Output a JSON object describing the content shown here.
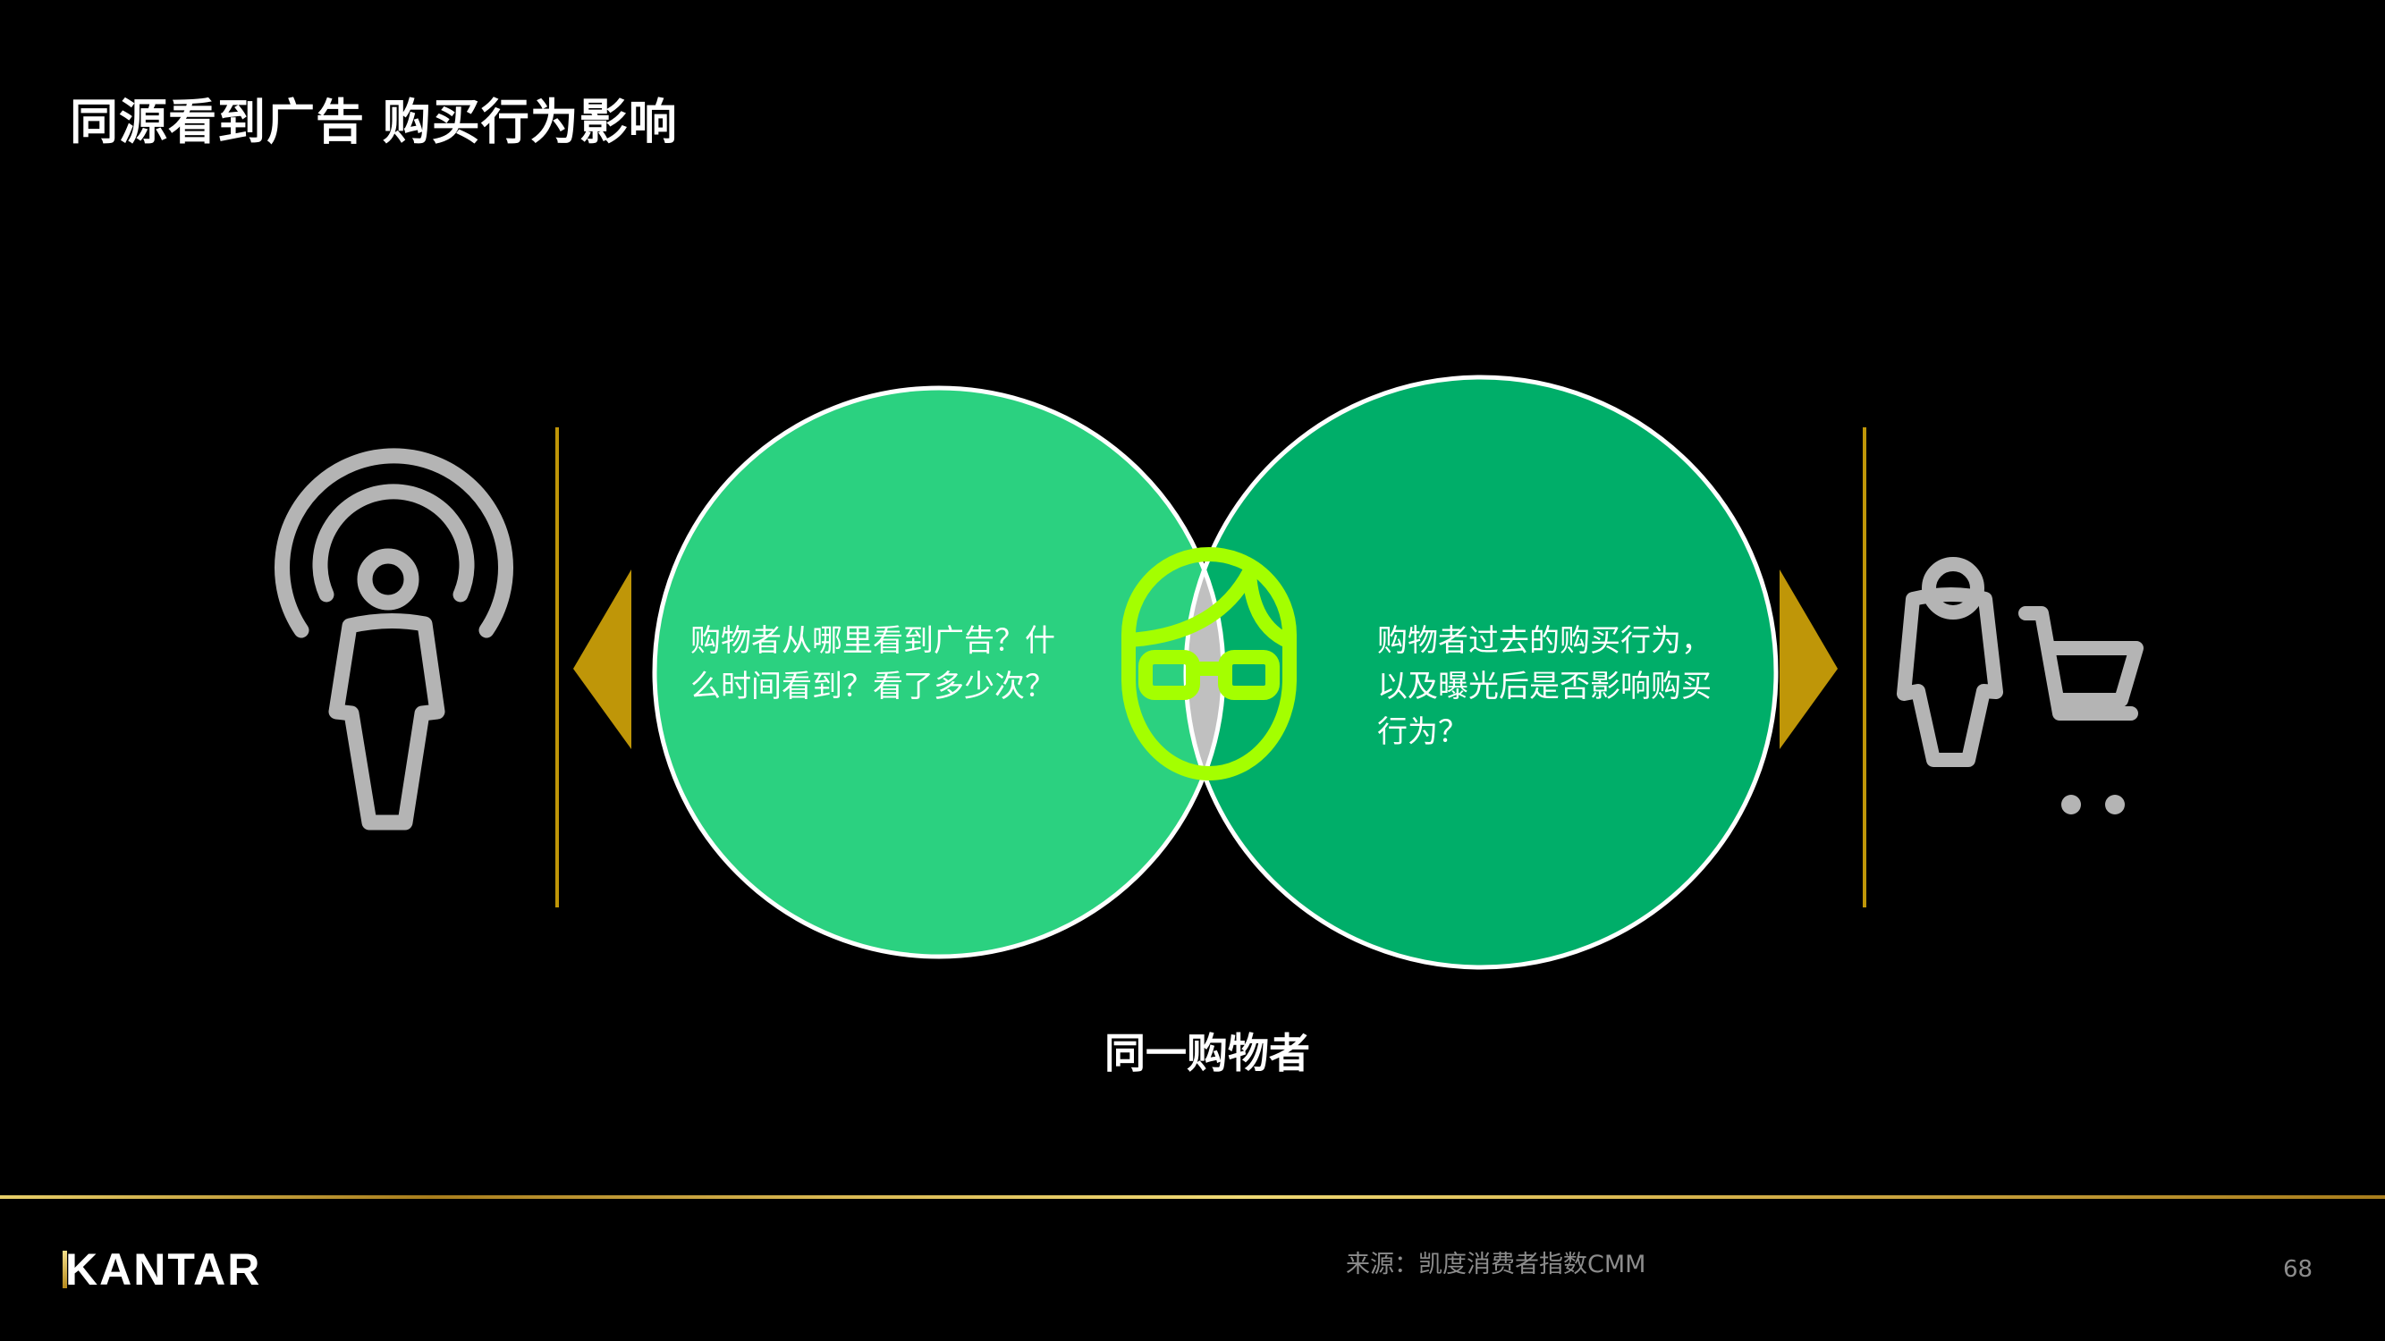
{
  "slide": {
    "title": "同源看到广告 购买行为影响",
    "page_number": "68"
  },
  "diagram": {
    "left_circle": {
      "text": "购物者从哪里看到广告？什么时间看到？看了多少次？",
      "color": "#2bd180"
    },
    "right_circle": {
      "text": "购物者过去的购买行为，以及曝光后是否影响购买行为？",
      "color": "#00ae69"
    },
    "intersection": {
      "icon": "shopper-glasses-face-icon",
      "fill": "#c0c0c0",
      "icon_color": "#a4ff00"
    },
    "caption": "同一购物者",
    "left_icon": "broadcast-person-icon",
    "right_icon": "person-with-cart-icon",
    "arrow_color": "#bf9608",
    "icon_color": "#b4b4b4"
  },
  "footer": {
    "logo": "KANTAR",
    "source": "来源：凯度消费者指数CMM"
  }
}
